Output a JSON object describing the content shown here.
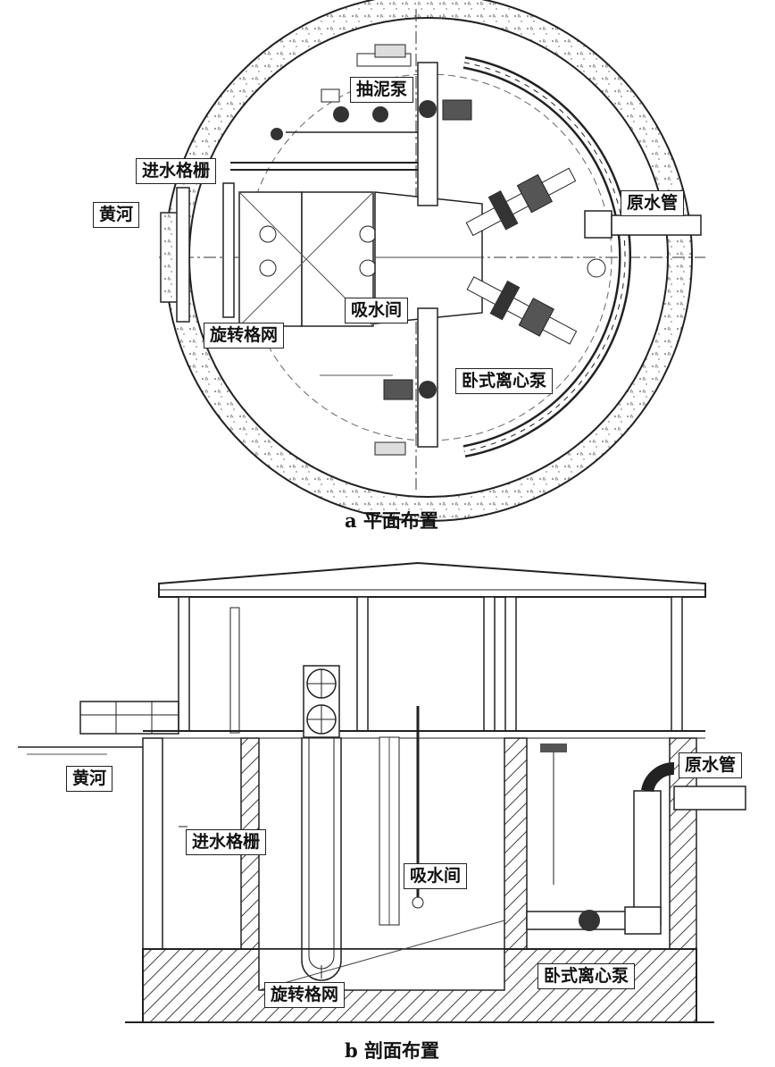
{
  "plan": {
    "caption": "a 平面布置",
    "labels": {
      "yellow_river": "黄河",
      "mud_pump": "抽泥泵",
      "intake_grille": "进水格栅",
      "raw_water_pipe": "原水管",
      "suction_chamber": "吸水间",
      "rotating_screen": "旋转格网",
      "horizontal_pump": "卧式离心泵"
    }
  },
  "section": {
    "caption": "b 剖面布置",
    "labels": {
      "yellow_river": "黄河",
      "raw_water_pipe": "原水管",
      "intake_grille": "进水格栅",
      "suction_chamber": "吸水间",
      "horizontal_pump": "卧式离心泵",
      "rotating_screen": "旋转格网"
    }
  }
}
